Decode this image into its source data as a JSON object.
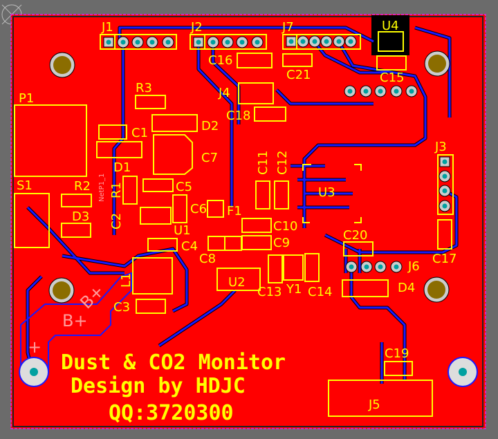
{
  "board": {
    "colors": {
      "background": "#6b6b6b",
      "copper_top": "#ff0000",
      "copper_bottom": "#1a1aff",
      "silkscreen": "#ffff00",
      "outline": "#e020e0",
      "hole": "#8b6d00",
      "pad": "#00a0a0"
    },
    "designators": {
      "J1": "J1",
      "J2": "J2",
      "J7": "J7",
      "U4": "U4",
      "P1": "P1",
      "R3": "R3",
      "C1": "C1",
      "D2": "D2",
      "C7": "C7",
      "D1": "D1",
      "R2": "R2",
      "S1": "S1",
      "C5": "C5",
      "C6": "C6",
      "F1": "F1",
      "D3": "D3",
      "C2": "C2",
      "R1": "R1",
      "U1": "U1",
      "C4": "C4",
      "C8": "C8",
      "U2": "U2",
      "C3": "C3",
      "L1": "L1",
      "C16": "C16",
      "J4": "J4",
      "C18": "C18",
      "C21": "C21",
      "C15": "C15",
      "C11": "C11",
      "C12": "C12",
      "U3": "U3",
      "J3": "J3",
      "C10": "C10",
      "C9": "C9",
      "C20": "C20",
      "C17": "C17",
      "J6": "J6",
      "D4": "D4",
      "C13": "C13",
      "Y1": "Y1",
      "C14": "C14",
      "C19": "C19",
      "J5": "J5"
    },
    "net_labels": {
      "bplus": "B+",
      "bat_plus": "+",
      "netp1": "NetP1_1"
    },
    "title_text": {
      "line1": "Dust & CO2 Monitor",
      "line2": "Design by HDJC",
      "line3": "QQ:3720300"
    }
  }
}
